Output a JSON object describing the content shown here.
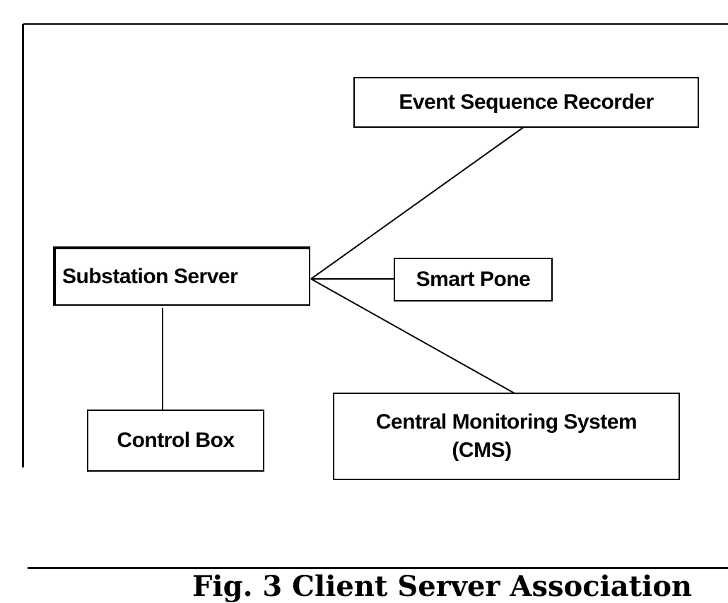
{
  "diagram": {
    "nodes": {
      "event_sequence_recorder": "Event Sequence Recorder",
      "substation_server": "Substation Server",
      "smart_phone": "Smart Pone",
      "control_box": "Control Box",
      "central_monitoring_system": {
        "line1": "Central Monitoring System",
        "line2": "(CMS)"
      }
    },
    "edges": [
      {
        "from": "substation_server",
        "to": "event_sequence_recorder"
      },
      {
        "from": "substation_server",
        "to": "smart_phone"
      },
      {
        "from": "substation_server",
        "to": "central_monitoring_system"
      },
      {
        "from": "substation_server",
        "to": "control_box"
      }
    ]
  },
  "caption": "Fig. 3 Client Server Association"
}
